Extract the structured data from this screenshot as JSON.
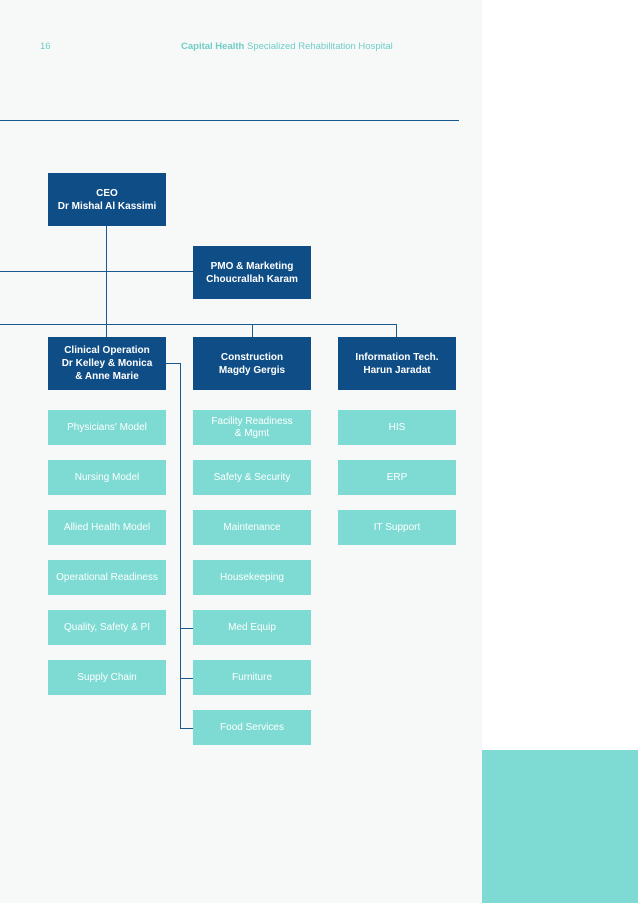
{
  "header": {
    "page_number": "16",
    "title_bold": "Capital Health",
    "title_rest": "Specialized Rehabilitation Hospital"
  },
  "ceo": {
    "line1": "CEO",
    "line2": "Dr Mishal Al Kassimi"
  },
  "pmo": {
    "line1": "PMO & Marketing",
    "line2": "Choucrallah Karam"
  },
  "clinical": {
    "line1": "Clinical Operation",
    "line2": "Dr Kelley & Monica",
    "line3": "& Anne Marie",
    "items": [
      "Physicians' Model",
      "Nursing Model",
      "Allied Health Model",
      "Operational Readiness",
      "Quality, Safety & PI",
      "Supply Chain"
    ]
  },
  "construction": {
    "line1": "Construction",
    "line2": "Magdy Gergis",
    "items": [
      "Facility Readiness & Mgmt",
      "Safety & Security",
      "Maintenance",
      "Housekeeping",
      "Med Equip",
      "Furniture",
      "Food Services"
    ]
  },
  "it": {
    "line1": "Information Tech.",
    "line2": "Harun Jaradat",
    "items": [
      "HIS",
      "ERP",
      "IT Support"
    ]
  },
  "colors": {
    "dark_box": "#0f4d86",
    "light_box": "#7ddbd3",
    "header_text": "#6fcdc6",
    "background": "#f7f9f9"
  }
}
